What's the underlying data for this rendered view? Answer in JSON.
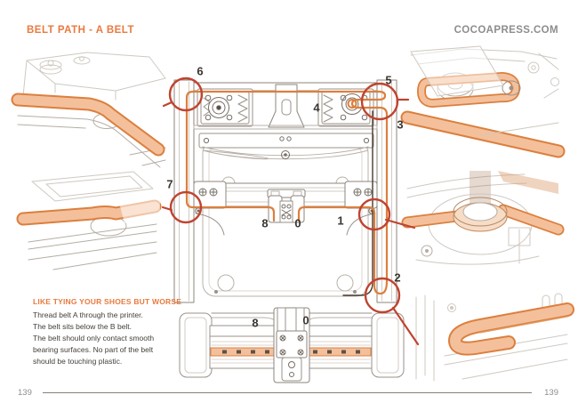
{
  "header": {
    "title": "BELT PATH - A BELT",
    "website": "COCOAPRESS.COM"
  },
  "instructions": {
    "heading": "LIKE TYING YOUR SHOES BUT WORSE",
    "lines": [
      "Thread belt A through the printer.",
      "The belt sits below the B belt.",
      "The belt should only contact smooth",
      "bearing surfaces. No part of the belt",
      "should be touching plastic."
    ]
  },
  "callout_labels": {
    "step0_top": "0",
    "step1": "1",
    "step2": "2",
    "step3": "3",
    "step4": "4",
    "step5": "5",
    "step6": "6",
    "step7": "7",
    "step8_top": "8",
    "step8_front": "8",
    "step0_front": "0"
  },
  "footer": {
    "page_number_left": "139",
    "page_number_right": "139"
  },
  "colors": {
    "accent_orange": "#e87a3e",
    "muted_gray": "#8d8d8d",
    "body_text": "#45403a",
    "callout_red": "#bf4430",
    "belt_stroke": "#dc7f3e",
    "belt_fill": "#f3c09b",
    "footer_line": "#8a7f73",
    "label_dark": "#3a352f"
  }
}
